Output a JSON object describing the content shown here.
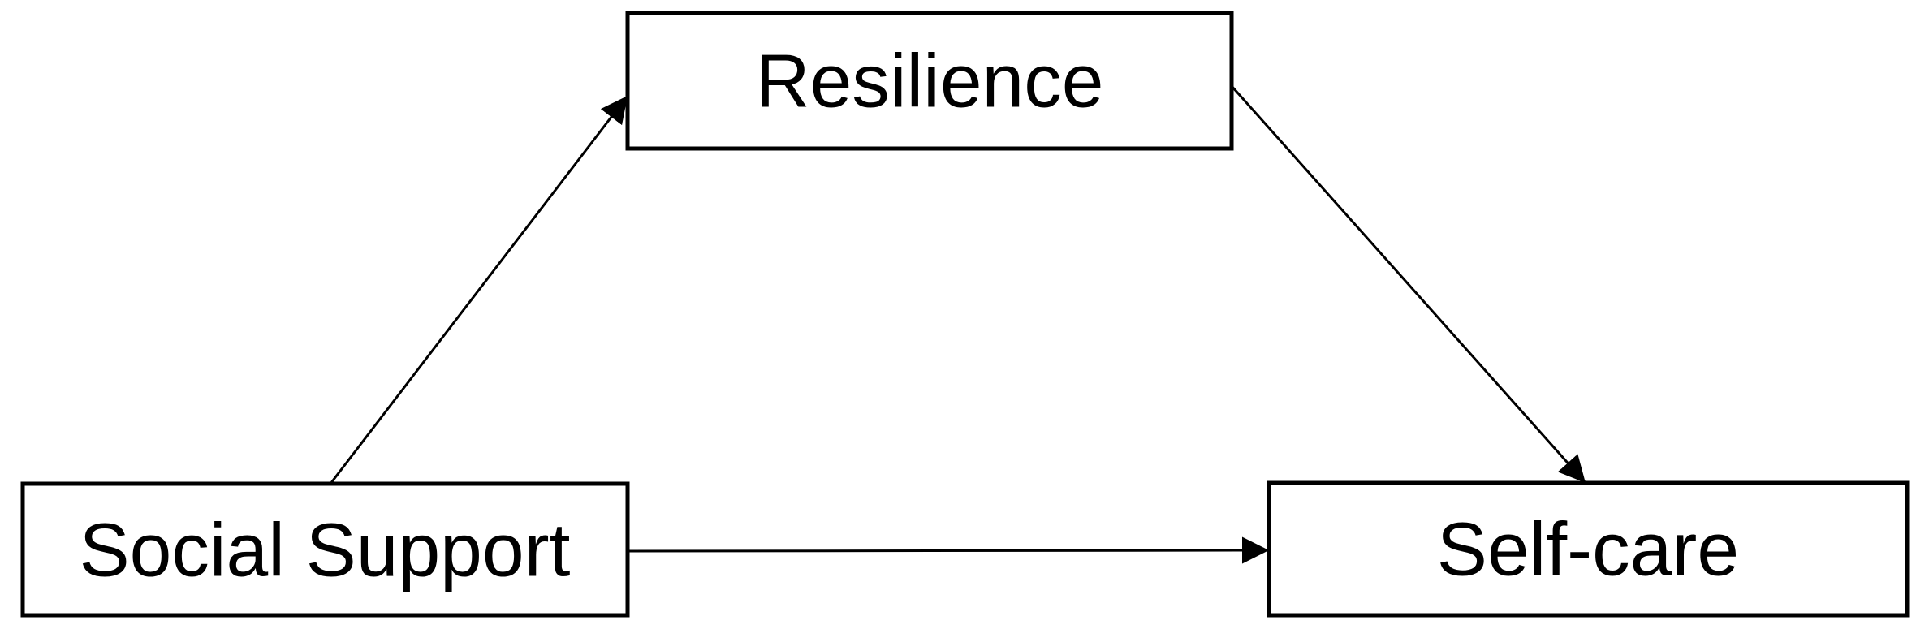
{
  "diagram": {
    "type": "mediation-model",
    "colors": {
      "background": "#ffffff",
      "node_fill": "#ffffff",
      "node_border": "#000000",
      "arrow": "#000000",
      "text": "#000000"
    },
    "nodes": [
      {
        "id": "resilience",
        "label": "Resilience"
      },
      {
        "id": "social-support",
        "label": "Social Support"
      },
      {
        "id": "self-care",
        "label": "Self-care"
      }
    ],
    "edges": [
      {
        "from": "Social Support",
        "to": "Resilience",
        "style": "arrow"
      },
      {
        "from": "Resilience",
        "to": "Self-care",
        "style": "arrow"
      },
      {
        "from": "Social Support",
        "to": "Self-care",
        "style": "arrow"
      }
    ]
  }
}
